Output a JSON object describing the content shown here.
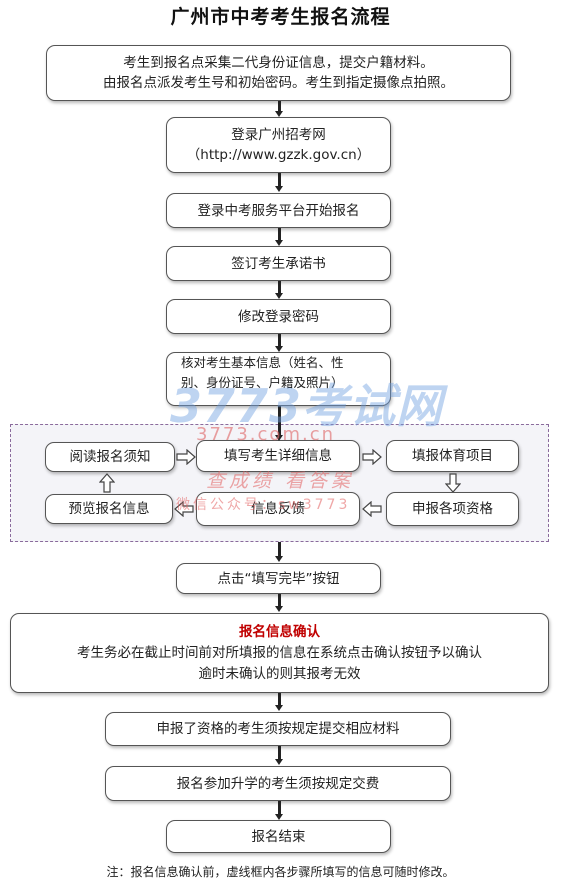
{
  "title": "广州市中考考生报名流程",
  "steps": {
    "collect_info": {
      "line1": "考生到报名点采集二代身份证信息，提交户籍材料。",
      "line2": "由报名点派发考生号和初始密码。考生到指定摄像点拍照。"
    },
    "login_site": {
      "line1": "登录广州招考网",
      "line2": "（http://www.gzzk.gov.cn）"
    },
    "login_platform": "登录中考服务平台开始报名",
    "sign_pledge": "签订考生承诺书",
    "change_password": "修改登录密码",
    "verify_info": {
      "line1": "核对考生基本信息（姓名、性",
      "line2": "别、身份证号、户籍及照片）"
    },
    "read_notice": "阅读报名须知",
    "fill_details": "填写考生详细信息",
    "fill_sports": "填报体育项目",
    "preview_info": "预览报名信息",
    "info_feedback": "信息反馈",
    "apply_qualification": "申报各项资格",
    "click_finish": "点击“填写完毕”按钮",
    "confirm": {
      "title": "报名信息确认",
      "line1": "考生务必在截止时间前对所填报的信息在系统点击确认按钮予以确认",
      "line2": "逾时未确认的则其报考无效"
    },
    "submit_materials": "申报了资格的考生须按规定提交相应材料",
    "pay_fee": "报名参加升学的考生须按规定交费",
    "finish": "报名结束"
  },
  "watermarks": {
    "brand": "3773考试网",
    "url": "3773.com.cn",
    "slogan": "查成绩 看答案",
    "wechat": "微信公众号：sw3773"
  },
  "note": "注：报名信息确认前，虚线框内各步骤所填写的信息可随时修改。",
  "colors": {
    "confirm_title": "#c00000",
    "dashed_border": "#8a6b9c",
    "watermark_blue": "#6ea0e1",
    "watermark_red": "#e16e6e"
  }
}
